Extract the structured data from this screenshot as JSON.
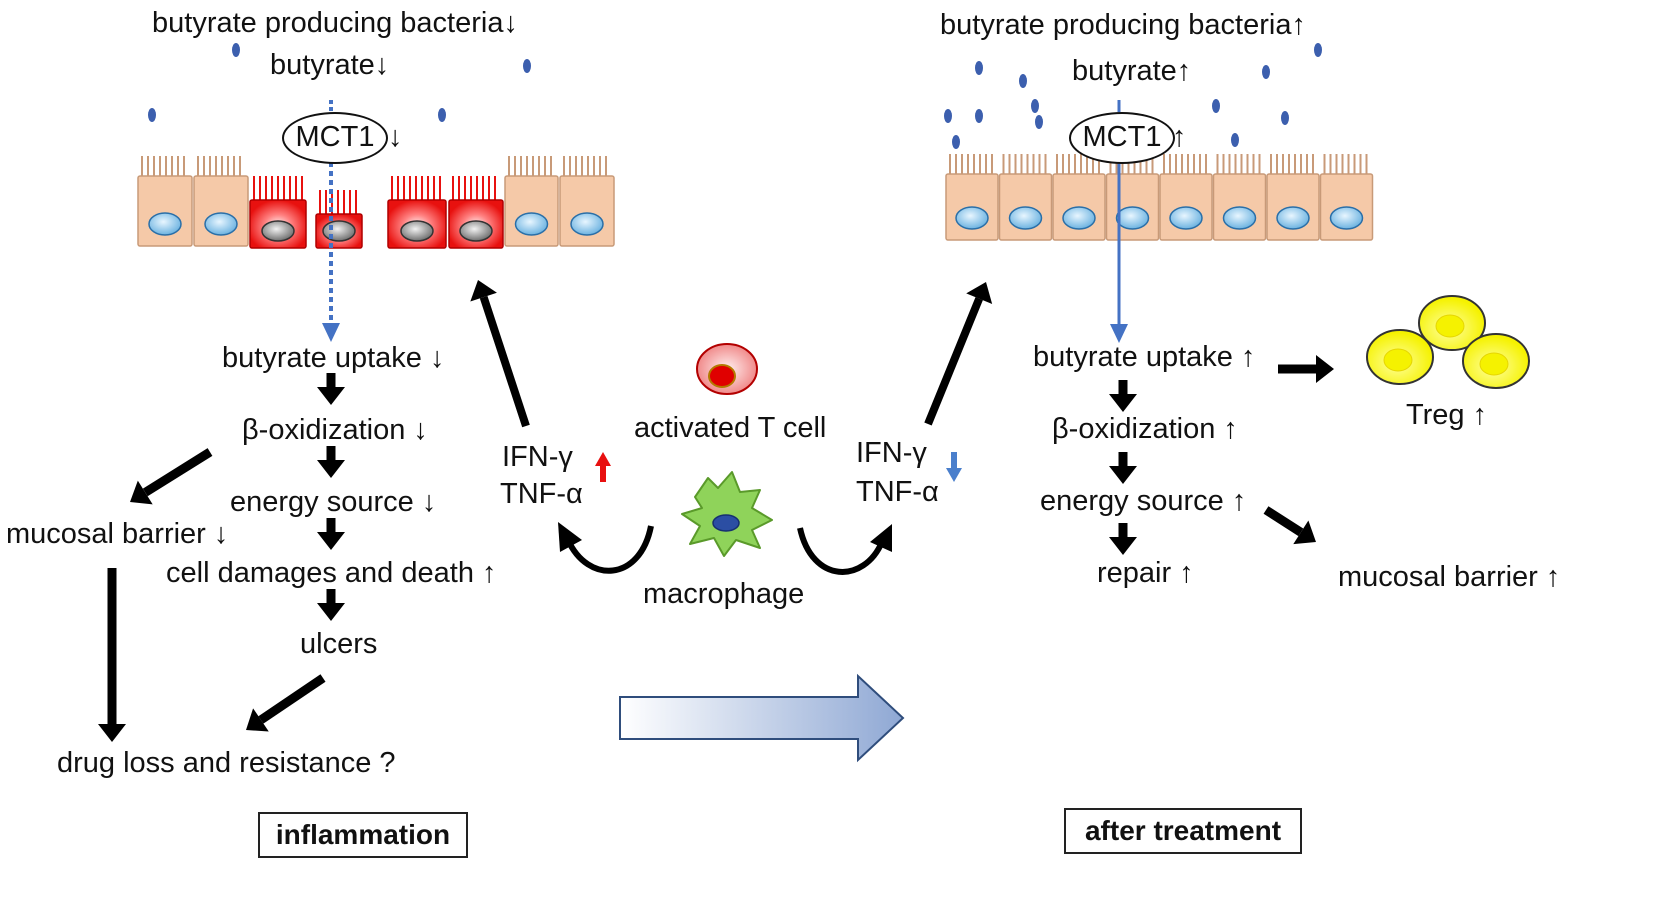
{
  "left": {
    "bacteria_label": "butyrate producing bacteria↓",
    "butyrate_label": "butyrate↓",
    "mct1_label": "MCT1",
    "mct1_arrow": "↓",
    "uptake_label": "butyrate uptake ↓",
    "oxidization_label": "β-oxidization ↓",
    "energy_label": "energy source ↓",
    "mucosal_label": "mucosal barrier ↓",
    "damage_label": "cell damages and death ↑",
    "ulcers_label": "ulcers",
    "drug_label": "drug loss and resistance ?",
    "state_box": "inflammation"
  },
  "middle": {
    "tcell_label": "activated T cell",
    "macrophage_label": "macrophage",
    "ifn_left": "IFN-γ",
    "tnf_left": "TNF-α",
    "ifn_right": "IFN-γ",
    "tnf_right": "TNF-α"
  },
  "right": {
    "bacteria_label": "butyrate producing bacteria↑",
    "butyrate_label": "butyrate↑",
    "mct1_label": "MCT1",
    "mct1_arrow": "↑",
    "uptake_label": "butyrate uptake ↑",
    "oxidization_label": "β-oxidization ↑",
    "energy_label": "energy source ↑",
    "repair_label": "repair ↑",
    "mucosal_label": "mucosal barrier ↑",
    "treg_label": "Treg ↑",
    "state_box": "after treatment"
  },
  "colors": {
    "butyrate_dot": "#3c5fae",
    "healthy_cell": "#f5c9a8",
    "healthy_cell_border": "#c89a78",
    "inflamed_cell": "#e8110f",
    "nucleus_blue": "#8ec8ea",
    "nucleus_grey": "#8f8f8f",
    "transport_arrow": "#4472c4",
    "up_arrow_red": "#e81010",
    "down_arrow_blue": "#4a7fcc",
    "treg_yellow": "#f5f200",
    "macrophage_green": "#8fd35a"
  }
}
